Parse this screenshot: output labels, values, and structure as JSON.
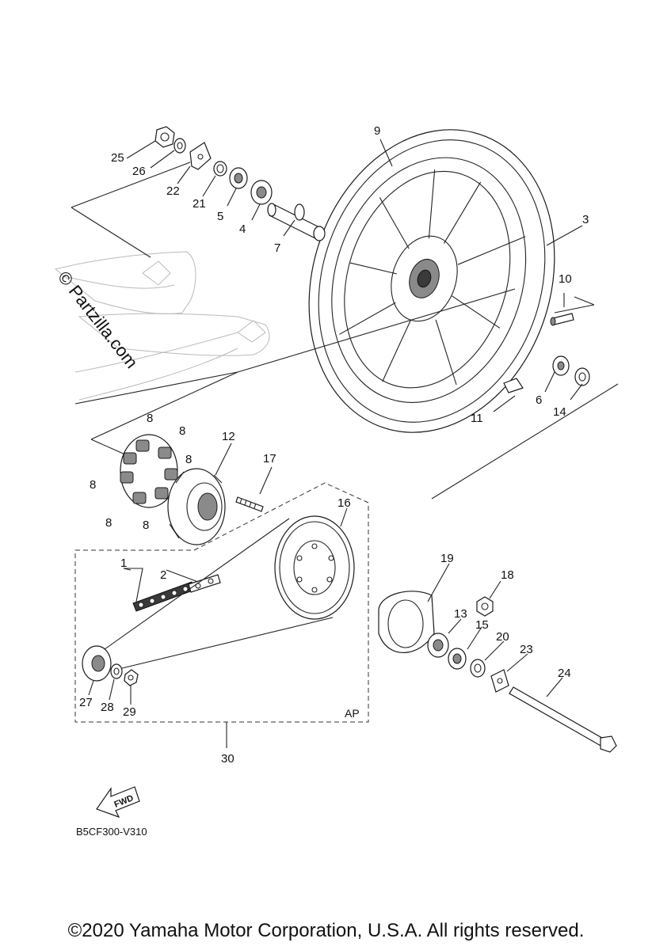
{
  "watermark": "© Partzilla.com",
  "diagram_code": "B5CF300-V310",
  "fwd_label": "FWD",
  "ap_label": "AP",
  "copyright": "©2020 Yamaha Motor Corporation, U.S.A. All rights reserved.",
  "callouts": {
    "c1": "1",
    "c2": "2",
    "c3": "3",
    "c4": "4",
    "c5": "5",
    "c6": "6",
    "c7": "7",
    "c8a": "8",
    "c8b": "8",
    "c8c": "8",
    "c8d": "8",
    "c8e": "8",
    "c8f": "8",
    "c9": "9",
    "c10": "10",
    "c11": "11",
    "c12": "12",
    "c13": "13",
    "c14": "14",
    "c15": "15",
    "c16": "16",
    "c17": "17",
    "c18": "18",
    "c19": "19",
    "c20": "20",
    "c21": "21",
    "c22": "22",
    "c23": "23",
    "c24": "24",
    "c25": "25",
    "c26": "26",
    "c27": "27",
    "c28": "28",
    "c29": "29",
    "c30": "30"
  }
}
